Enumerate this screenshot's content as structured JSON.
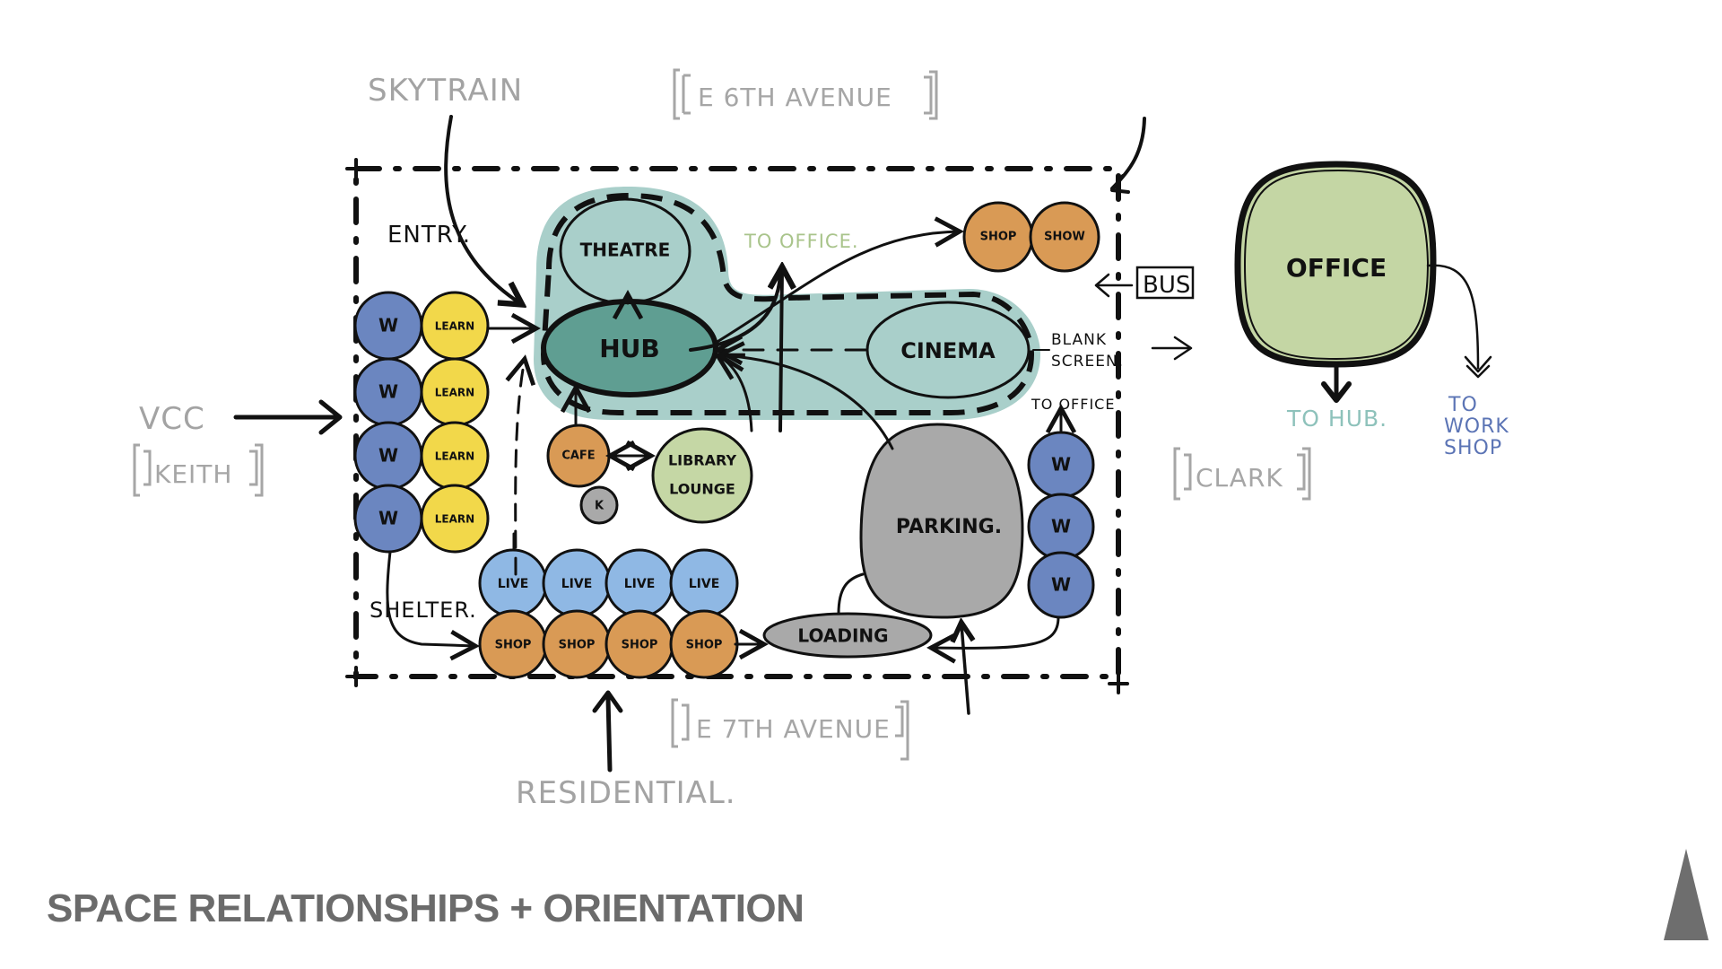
{
  "title": "SPACE RELATIONSHIPS + ORIENTATION",
  "colors": {
    "teal_zone": "#a9cfca",
    "hub": "#5f9e92",
    "orange": "#d99a55",
    "workshop_blue": "#6b86c0",
    "learn_yellow": "#f2d84a",
    "live_blue": "#8fb8e4",
    "library_green": "#c5d7a5",
    "office_green": "#c4d6a4",
    "parking_grey": "#a9a9a9",
    "label_grey": "#a3a3a3",
    "title_grey": "#6b6b6b",
    "to_office_green": "#a9c48b",
    "to_hub_teal": "#8ec2bb",
    "to_workshop_blue": "#5b74b5"
  },
  "context_labels": {
    "skytrain": "SKYTRAIN",
    "e6th": "E 6TH AVENUE",
    "vcc": "VCC",
    "keith": "KEITH",
    "clark": "CLARK",
    "e7th": "E 7TH AVENUE",
    "residential": "RESIDENTIAL.",
    "bus": "BUS"
  },
  "notes": {
    "entry": "ENTRY.",
    "shelter": "SHELTER.",
    "to_office_top": "TO OFFICE.",
    "to_office_right": "TO OFFICE",
    "blank_screen_1": "BLANK",
    "blank_screen_2": "SCREEN.",
    "to_hub": "TO HUB.",
    "to_workshop_1": "TO",
    "to_workshop_2": "WORK",
    "to_workshop_3": "SHOP"
  },
  "spaces": {
    "theatre": "THEATRE",
    "hub": "HUB",
    "cinema": "CINEMA",
    "shop_top": "SHOP",
    "show": "SHOW",
    "cafe": "CAFE",
    "kitchen": "K",
    "library_1": "LIBRARY",
    "library_2": "LOUNGE",
    "parking": "PARKING.",
    "loading": "LOADING",
    "office": "OFFICE"
  },
  "workshop_left": [
    "W",
    "W",
    "W",
    "W"
  ],
  "learn": [
    "LEARN",
    "LEARN",
    "LEARN",
    "LEARN"
  ],
  "workshop_right": [
    "W",
    "W",
    "W"
  ],
  "live": [
    "LIVE",
    "LIVE",
    "LIVE",
    "LIVE"
  ],
  "shops_bottom": [
    "SHOP",
    "SHOP",
    "SHOP",
    "SHOP"
  ],
  "north_arrow": "north-arrow"
}
